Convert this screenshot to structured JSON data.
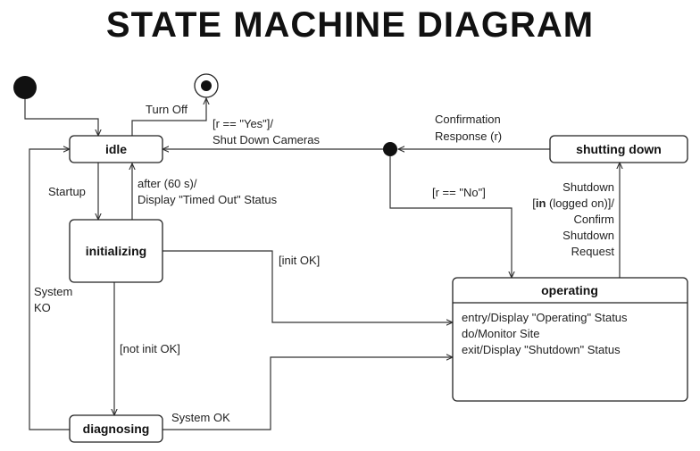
{
  "title": "STATE MACHINE DIAGRAM",
  "states": {
    "idle": "idle",
    "initializing": "initializing",
    "diagnosing": "diagnosing",
    "shutting_down": "shutting down",
    "operating": {
      "name": "operating",
      "activities": [
        "entry/Display \"Operating\" Status",
        "do/Monitor Site",
        "exit/Display \"Shutdown\" Status"
      ]
    }
  },
  "transitions": {
    "turn_off": "Turn Off",
    "yes_guard": "[r == \"Yes\"]/",
    "yes_action": "Shut Down Cameras",
    "confirmation_1": "Confirmation",
    "confirmation_2": "Response (r)",
    "startup": "Startup",
    "timeout_1": "after (60 s)/",
    "timeout_2": "Display \"Timed Out\" Status",
    "no_guard": "[r == \"No\"]",
    "shutdown_1": "Shutdown",
    "shutdown_2_kw": "in",
    "shutdown_2_rest": " (logged on)]/",
    "shutdown_3": "Confirm",
    "shutdown_4": "Shutdown",
    "shutdown_5": "Request",
    "init_ok": "[init OK]",
    "system_ko_1": "System",
    "system_ko_2": "KO",
    "not_init_ok": "[not init OK]",
    "system_ok": "System OK"
  }
}
